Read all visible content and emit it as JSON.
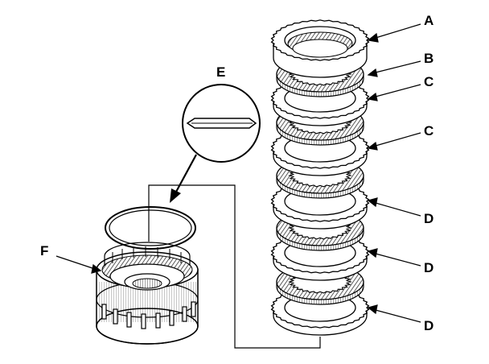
{
  "labels": {
    "a": "A",
    "b": "B",
    "c1": "C",
    "c2": "C",
    "d1": "D",
    "d2": "D",
    "d3": "D",
    "e": "E",
    "f": "F"
  },
  "colors": {
    "line": "#000000",
    "background": "#ffffff",
    "hatch": "#555555"
  }
}
